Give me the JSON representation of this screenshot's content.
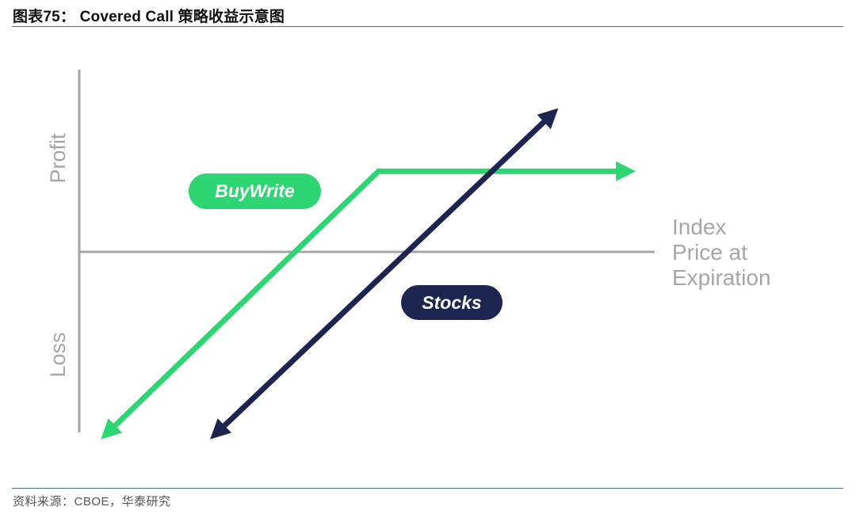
{
  "header": {
    "title": "图表75： Covered Call 策略收益示意图"
  },
  "footer": {
    "source": "资料来源：CBOE，华泰研究"
  },
  "colors": {
    "buywrite": "#2ed573",
    "stocks": "#1b2550",
    "axis": "#a6a6a6",
    "rule": "#4a6f8f"
  },
  "chart_data": {
    "type": "line",
    "title": "",
    "ylabel_top": "Profit",
    "ylabel_bottom": "Loss",
    "xlabel": [
      "Index",
      "Price at",
      "Expiration"
    ],
    "xlim": [
      0,
      10
    ],
    "ylim": [
      -10,
      10
    ],
    "grid": false,
    "series": [
      {
        "name": "BuyWrite",
        "points": [
          [
            0.5,
            -10
          ],
          [
            5.2,
            4.4
          ],
          [
            9.5,
            4.4
          ]
        ]
      },
      {
        "name": "Stocks",
        "points": [
          [
            2.4,
            -10
          ],
          [
            8.2,
            7.5
          ]
        ]
      }
    ]
  }
}
